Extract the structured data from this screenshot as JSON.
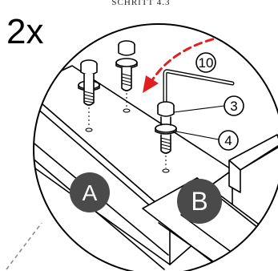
{
  "header": {
    "step_label": "SCHRITT 4.3",
    "multiplier": "2x"
  },
  "callouts": [
    {
      "id": "allen-key",
      "label": "10"
    },
    {
      "id": "bolt",
      "label": "3"
    },
    {
      "id": "washer",
      "label": "4"
    }
  ],
  "parts": [
    {
      "id": "part-a",
      "label": "A",
      "color": "#4a4a4a"
    },
    {
      "id": "part-b",
      "label": "B",
      "color": "#4a4a4a"
    }
  ],
  "colors": {
    "arrow": "#e02020",
    "line": "#000000",
    "leader": "#888888"
  }
}
